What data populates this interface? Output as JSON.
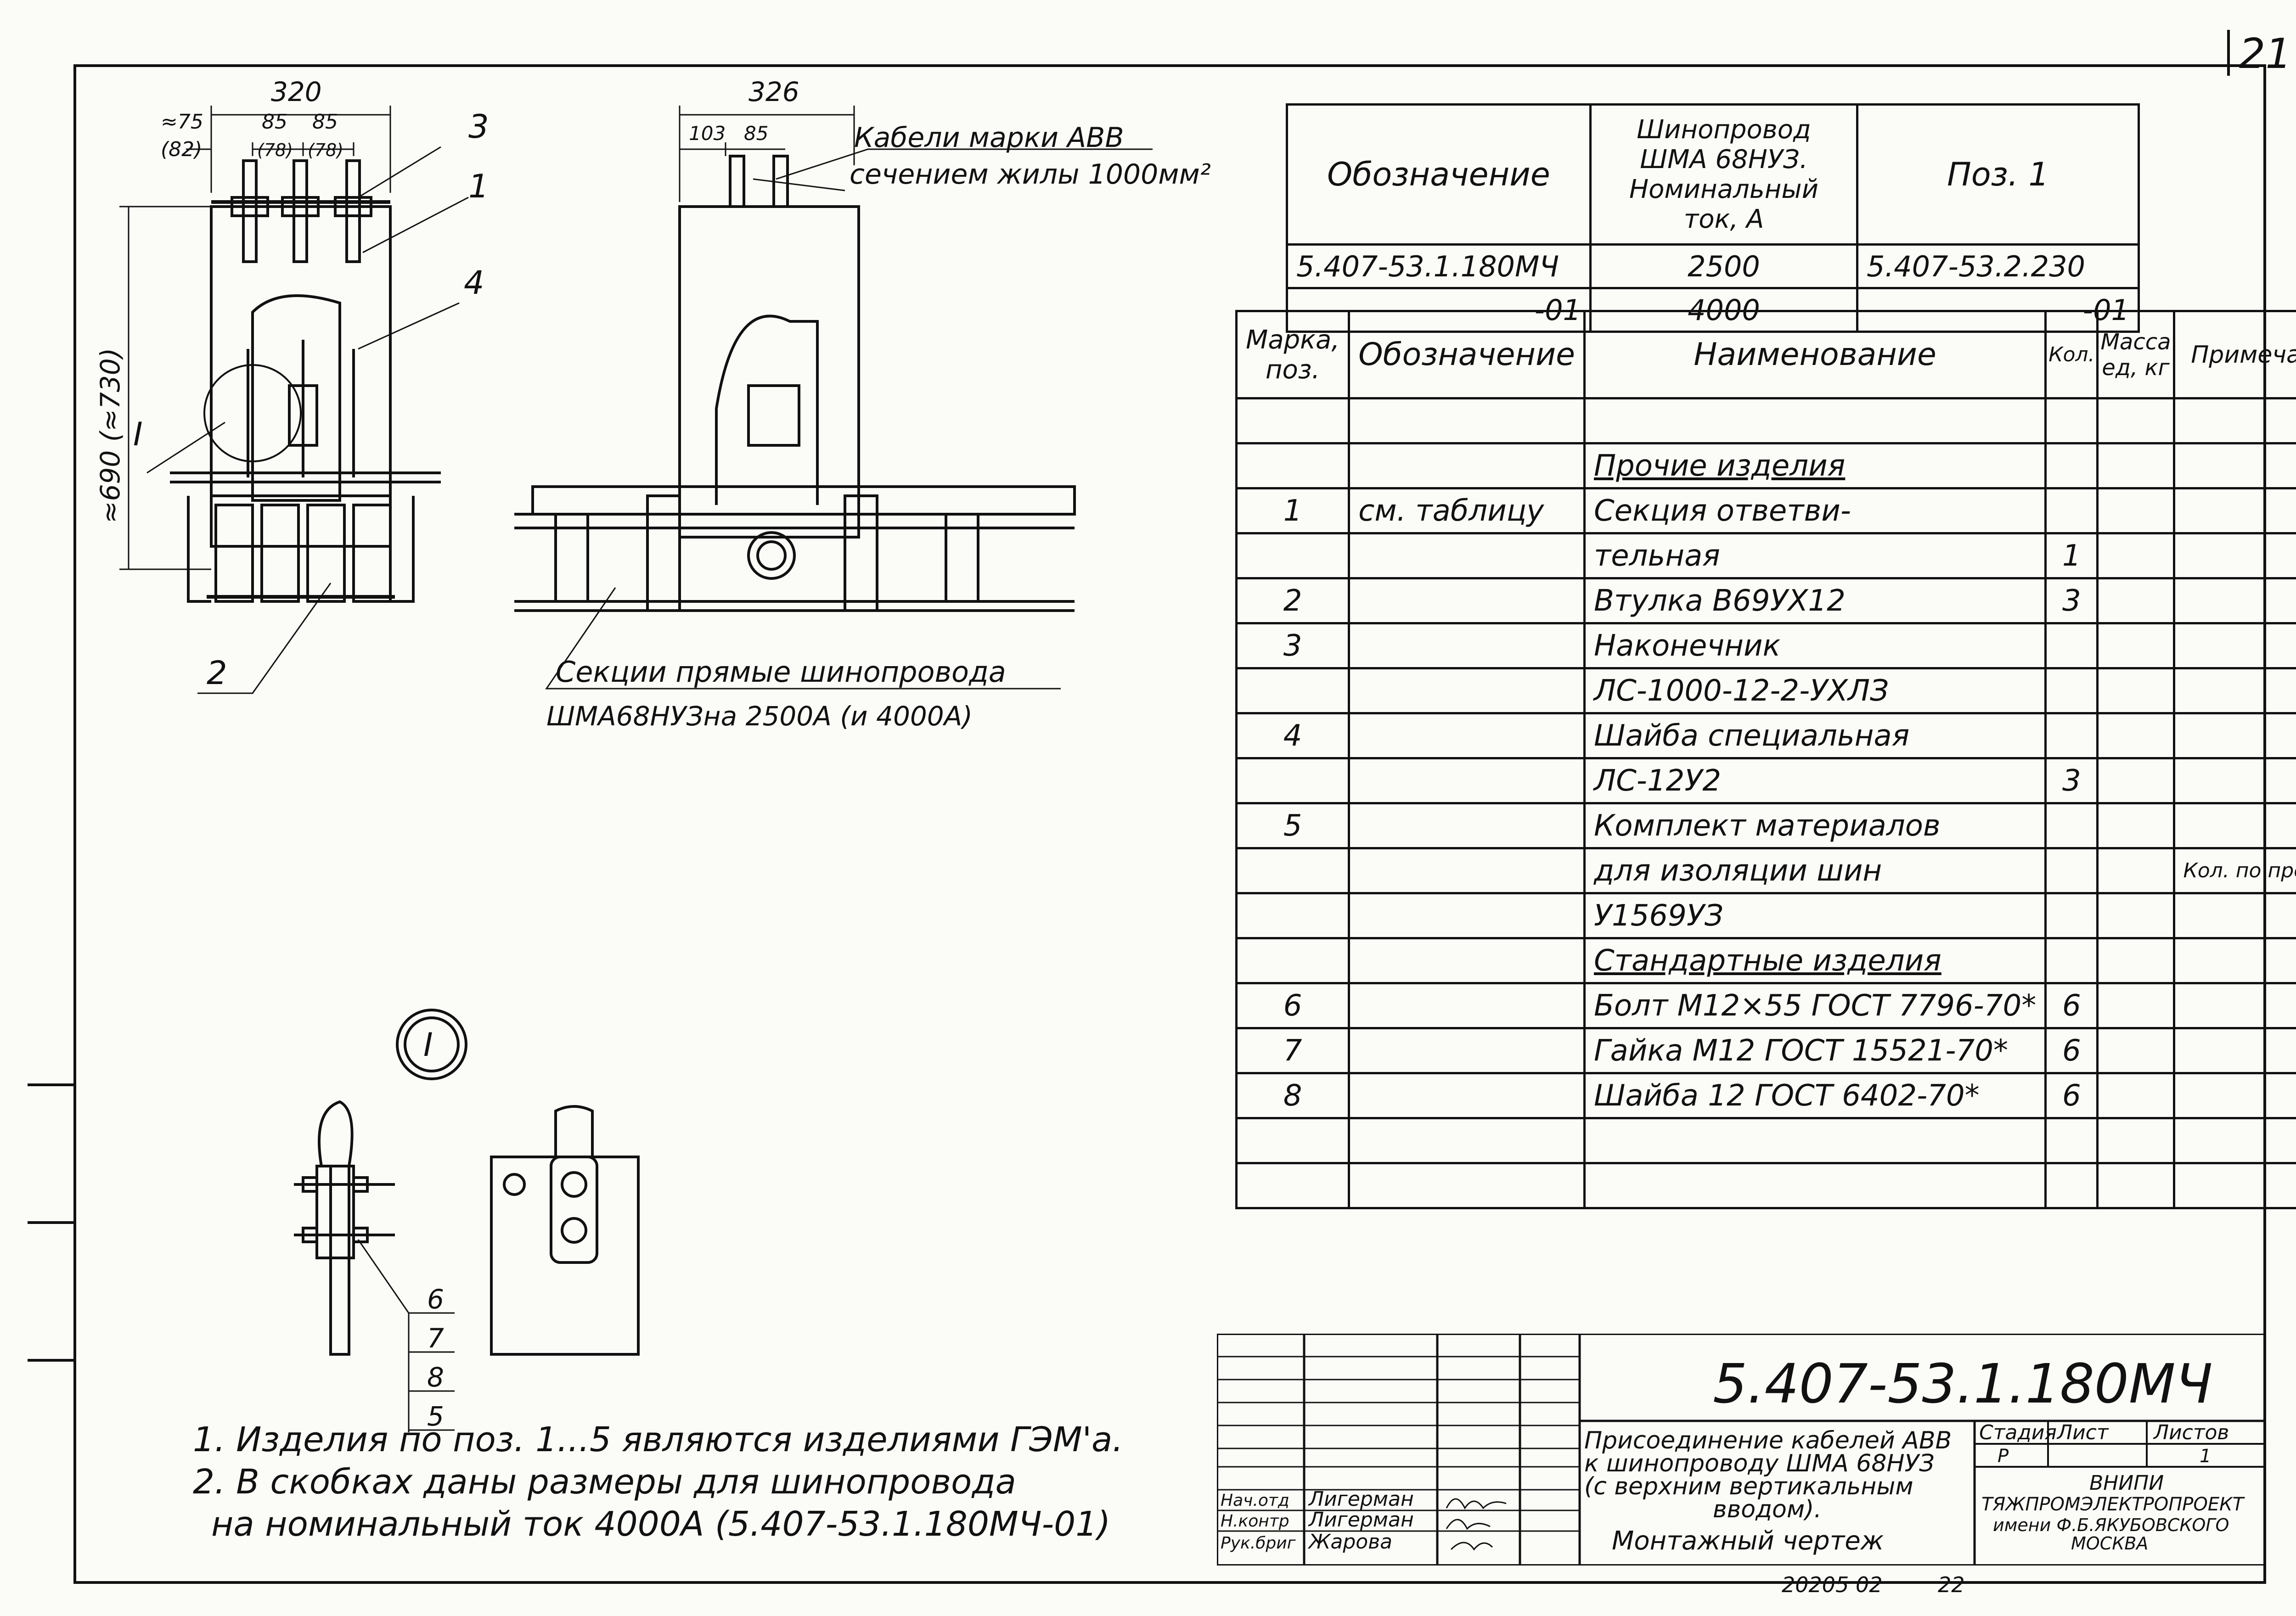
{
  "sheet_number": "21",
  "drawing_labels": {
    "dim_320": "320",
    "dim_75": "≈75",
    "dim_82": "(82)",
    "dim_85a": "85",
    "dim_85b": "85",
    "dim_78a": "(78)",
    "dim_78b": "(78)",
    "dim_690": "≈690 (≈730)",
    "dim_326": "326",
    "dim_103": "103",
    "dim_85c": "85",
    "pos_1": "1",
    "pos_2": "2",
    "pos_3": "3",
    "pos_4": "4",
    "detail_mark": "I",
    "cables_line1": "Кабели марки АВВ",
    "cables_line2": "сечением жилы 1000мм²",
    "sections_line1": "Секции прямые шинопровода",
    "sections_line2": "ШМА68НУЗна 2500А (и 4000А)",
    "detail_title": "I",
    "callout_6": "6",
    "callout_7": "7",
    "callout_8": "8",
    "callout_5": "5"
  },
  "variants_table": {
    "headers": [
      "Обозначение",
      "Шинопровод ШМА 68НУЗ. Номинальный ток, А",
      "Поз. 1"
    ],
    "rows": [
      [
        "5.407-53.1.180МЧ",
        "2500",
        "5.407-53.2.230"
      ],
      [
        "-01",
        "4000",
        "-01"
      ]
    ]
  },
  "spec_table": {
    "headers": [
      "Марка, поз.",
      "Обозначение",
      "Наименование",
      "Кол.",
      "Масса ед, кг",
      "Примечание"
    ],
    "rows": [
      [
        "",
        "",
        "",
        "",
        "",
        ""
      ],
      [
        "",
        "",
        "Прочие изделия",
        "",
        "",
        ""
      ],
      [
        "1",
        "см. таблицу",
        "Секция ответви-",
        "",
        "",
        ""
      ],
      [
        "",
        "",
        "тельная",
        "1",
        "",
        ""
      ],
      [
        "2",
        "",
        "Втулка В69УХ12",
        "3",
        "",
        ""
      ],
      [
        "3",
        "",
        "Наконечник",
        "",
        "",
        ""
      ],
      [
        "",
        "",
        "ЛС-1000-12-2-УХЛЗ",
        "",
        "",
        ""
      ],
      [
        "4",
        "",
        "Шайба специальная",
        "",
        "",
        ""
      ],
      [
        "",
        "",
        "ЛС-12У2",
        "3",
        "",
        ""
      ],
      [
        "5",
        "",
        "Комплект материалов",
        "",
        "",
        ""
      ],
      [
        "",
        "",
        "для изоляции шин",
        "",
        "",
        "Кол. по проекту"
      ],
      [
        "",
        "",
        "У1569УЗ",
        "",
        "",
        ""
      ],
      [
        "",
        "",
        "Стандартные изделия",
        "",
        "",
        ""
      ],
      [
        "6",
        "",
        "Болт М12×55 ГОСТ 7796-70*",
        "6",
        "",
        ""
      ],
      [
        "7",
        "",
        "Гайка М12 ГОСТ 15521-70*",
        "6",
        "",
        ""
      ],
      [
        "8",
        "",
        "Шайба 12 ГОСТ 6402-70*",
        "6",
        "",
        ""
      ],
      [
        "",
        "",
        "",
        "",
        "",
        ""
      ],
      [
        "",
        "",
        "",
        "",
        "",
        ""
      ]
    ]
  },
  "notes": [
    "1. Изделия по поз. 1...5 являются изделиями ГЭМ'а.",
    "2. В скобках даны размеры для шинопровода",
    "на номинальный ток 4000А (5.407-53.1.180МЧ-01)"
  ],
  "title_block": {
    "code": "5.407-53.1.180МЧ",
    "title_lines": [
      "Присоединение кабелей АВВ",
      "к шинопроводу ШМА 68НУЗ",
      "(с верхним вертикальным",
      "вводом).",
      "Монтажный чертеж"
    ],
    "stage_label": "Стадия",
    "sheet_label": "Лист",
    "sheets_label": "Листов",
    "stage": "Р",
    "sheets": "1",
    "org_lines": [
      "ВНИПИ",
      "ТЯЖПРОМЭЛЕКТРОПРОЕКТ",
      "имени Ф.Б.ЯКУБОВСКОГО",
      "МОСКВА"
    ],
    "signatures": [
      {
        "role": "Нач.отд",
        "name": "Лигерман"
      },
      {
        "role": "Н.контр",
        "name": "Лигерман"
      },
      {
        "role": "Рук.бриг",
        "name": "Жарова"
      }
    ]
  },
  "footer_numbers": {
    "archive": "20205 02",
    "page": "22"
  }
}
